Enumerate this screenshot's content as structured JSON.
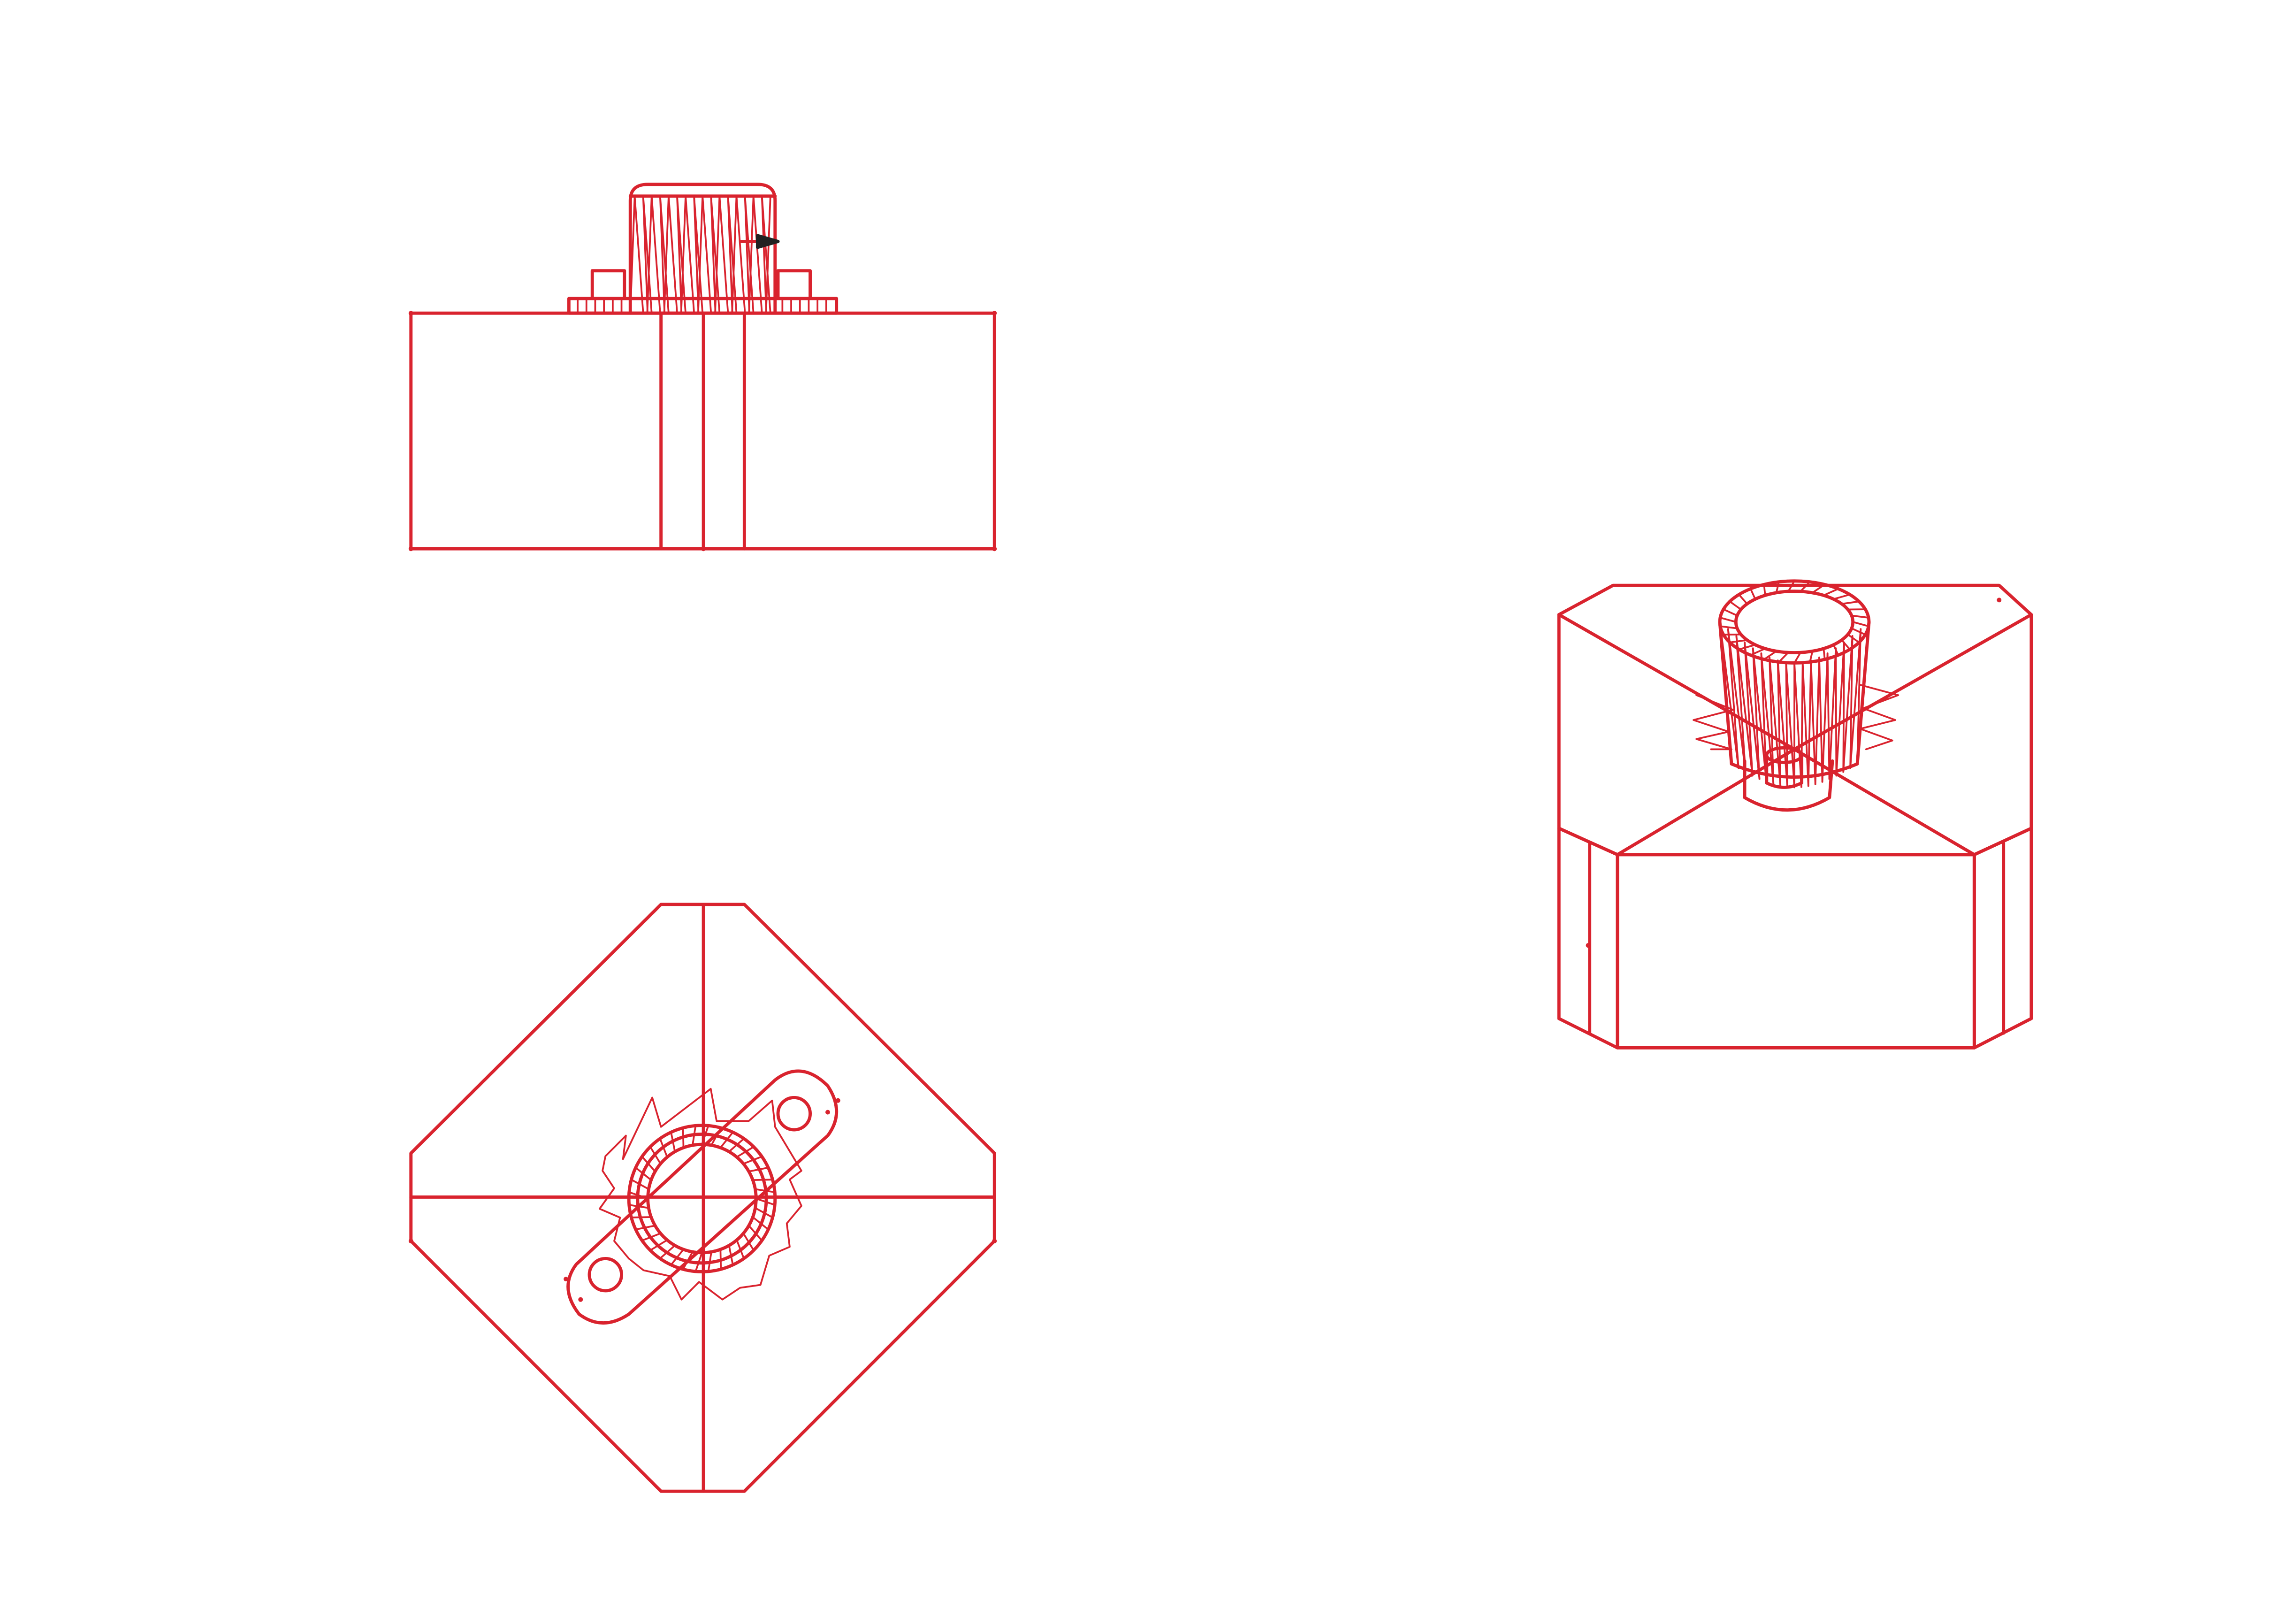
{
  "drawing": {
    "line_color": "#d9232e",
    "background": "#ffffff",
    "views": [
      {
        "id": "front-view",
        "projection": "orthographic-front"
      },
      {
        "id": "top-view",
        "projection": "orthographic-top"
      },
      {
        "id": "isometric-view",
        "projection": "isometric"
      }
    ]
  },
  "icons": {
    "arrow": "direction-arrow-icon"
  }
}
